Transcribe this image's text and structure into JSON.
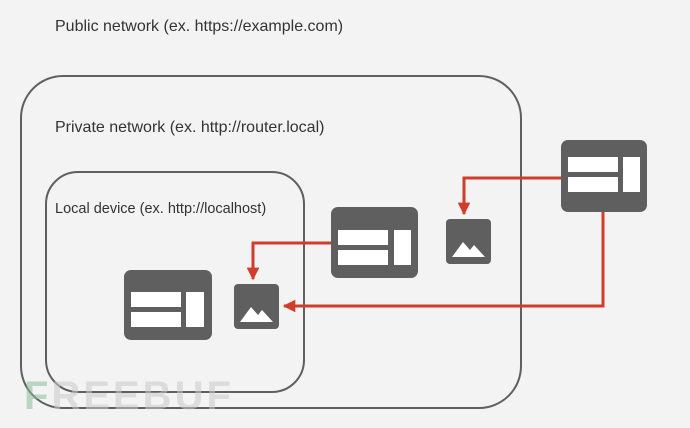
{
  "labels": {
    "public_network": "Public network (ex. https://example.com)",
    "private_network": "Private network (ex. http://router.local)",
    "local_device": "Local device (ex. http://localhost)"
  },
  "watermark": {
    "text_first": "F",
    "text_rest": "REEBUF"
  },
  "colors": {
    "background": "#f3f3f3",
    "boundary_stroke": "#5f5f5f",
    "icon_fill": "#5f5f5f",
    "arrow": "#d23c2a"
  },
  "icons": {
    "browser_window": "browser-window-icon",
    "image": "image-icon"
  }
}
